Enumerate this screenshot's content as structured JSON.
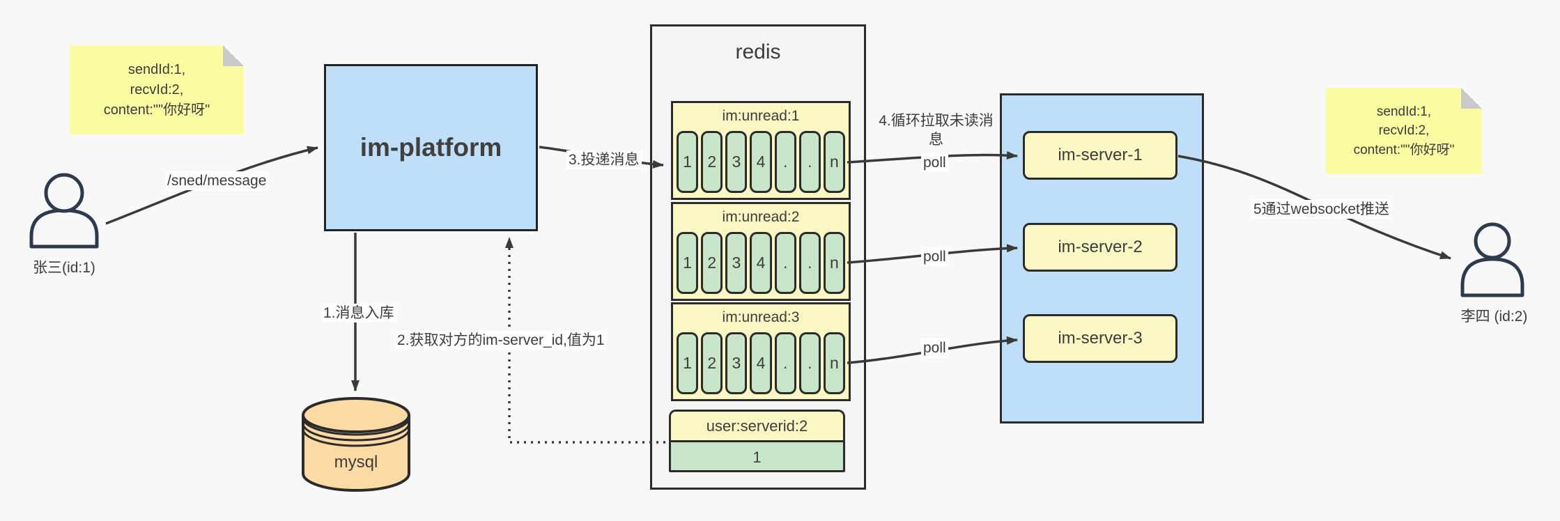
{
  "canvas": {
    "bg": "#f8f8f8"
  },
  "palette": {
    "note_yellow": "#fbfba2",
    "note_fold_gray": "#c9c9c9",
    "box_blue": "#bfdff8",
    "header_yellow": "#fbf7c3",
    "cell_green": "#c9e5c9",
    "db_orange": "#fbdaa4",
    "redis_gray": "#f4f4f4",
    "border_dark": "#2b2b2b",
    "arrow_dark": "#3a3a3a",
    "person_navy": "#2e3a4d"
  },
  "notes": {
    "left": {
      "line1": "sendId:1,",
      "line2": "recvId:2,",
      "line3": "content:\"\"你好呀\""
    },
    "right": {
      "line1": "sendId:1,",
      "line2": "recvId:2,",
      "line3": "content:\"\"你好呀\""
    }
  },
  "actors": {
    "sender": "张三(id:1)",
    "receiver": "李四 (id:2)"
  },
  "platform": {
    "label": "im-platform"
  },
  "database": {
    "label": "mysql"
  },
  "redis": {
    "title": "redis",
    "queues": [
      {
        "header": "im:unread:1",
        "cells": [
          "1",
          "2",
          "3",
          "4",
          ".",
          ".",
          "n"
        ]
      },
      {
        "header": "im:unread:2",
        "cells": [
          "1",
          "2",
          "3",
          "4",
          ".",
          ".",
          "n"
        ]
      },
      {
        "header": "im:unread:3",
        "cells": [
          "1",
          "2",
          "3",
          "4",
          ".",
          ".",
          "n"
        ]
      }
    ],
    "kv": {
      "header": "user:serverid:2",
      "value": "1"
    }
  },
  "cluster": {
    "servers": [
      "im-server-1",
      "im-server-2",
      "im-server-3"
    ]
  },
  "edges": {
    "send": "/sned/message",
    "store": "1.消息入库",
    "lookup": "2.获取对方的im-server_id,值为1",
    "deliver": "3.投递消息",
    "pull": "4.循环拉取未读消息",
    "poll1": "poll",
    "poll2": "poll",
    "poll3": "poll",
    "push": "5通过websocket推送"
  }
}
